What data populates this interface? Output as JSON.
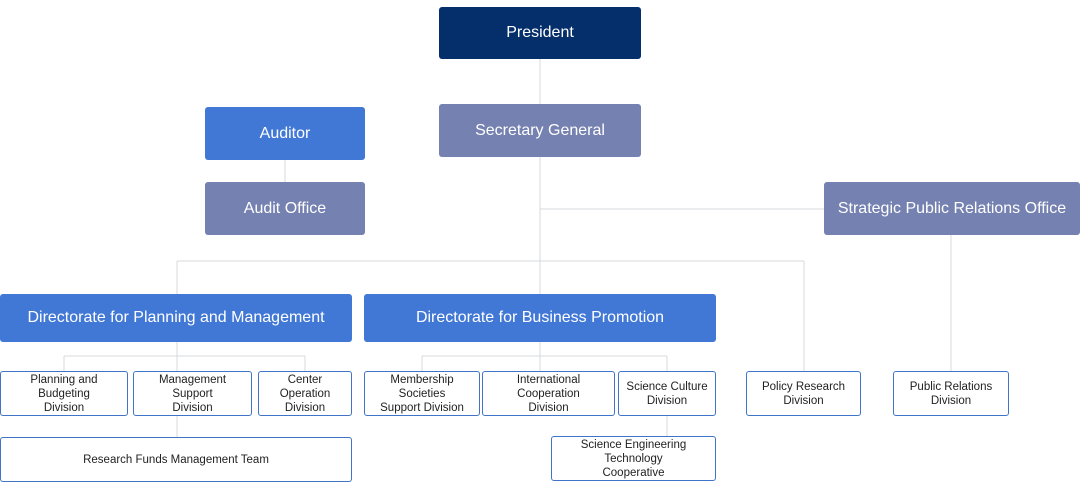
{
  "org": {
    "president": "President",
    "auditor": "Auditor",
    "audit_office": "Audit Office",
    "secretary_general": "Secretary General",
    "strategic_pr_office": "Strategic Public Relations Office",
    "dir_planning": "Directorate for Planning and Management",
    "dir_business": "Directorate for Business Promotion",
    "planning_budgeting": [
      "Planning and Budgeting",
      "Division"
    ],
    "management_support": [
      "Management Support",
      "Division"
    ],
    "center_operation": [
      "Center Operation",
      "Division"
    ],
    "research_funds": "Research Funds Management Team",
    "membership_societies": [
      "Membership Societies",
      "Support Division"
    ],
    "international_cooperation": [
      "International Cooperation",
      "Division"
    ],
    "science_culture": [
      "Science Culture",
      "Division"
    ],
    "science_engineering": [
      "Science Engineering Technology",
      "Cooperative"
    ],
    "policy_research": [
      "Policy Research",
      "Division"
    ],
    "public_relations": [
      "Public Relations",
      "Division"
    ]
  },
  "colors": {
    "navy": "#052f6b",
    "blue": "#4178d6",
    "gray": "#7581b0",
    "outline": "#3f74c9",
    "connector": "#d6d8dd"
  }
}
